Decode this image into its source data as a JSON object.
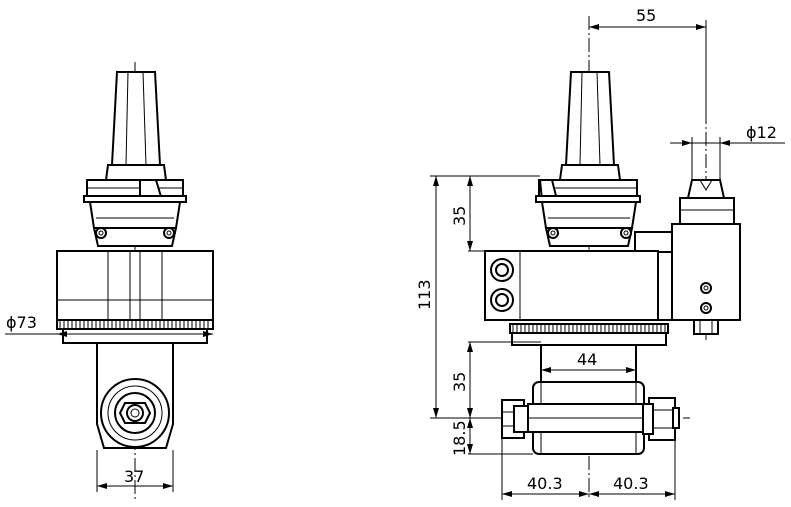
{
  "drawing": {
    "front_view": {
      "dimensions": {
        "flange_diameter": "ϕ73",
        "bottom_width": "37"
      }
    },
    "side_view": {
      "dimensions": {
        "spindle_offset": "55",
        "output_diameter": "ϕ12",
        "taper_height": "35",
        "overall_height": "113",
        "lower_height": "35",
        "collet_offset": "18.5",
        "body_width": "44",
        "left_reach": "40.3",
        "right_reach": "40.3"
      }
    }
  }
}
